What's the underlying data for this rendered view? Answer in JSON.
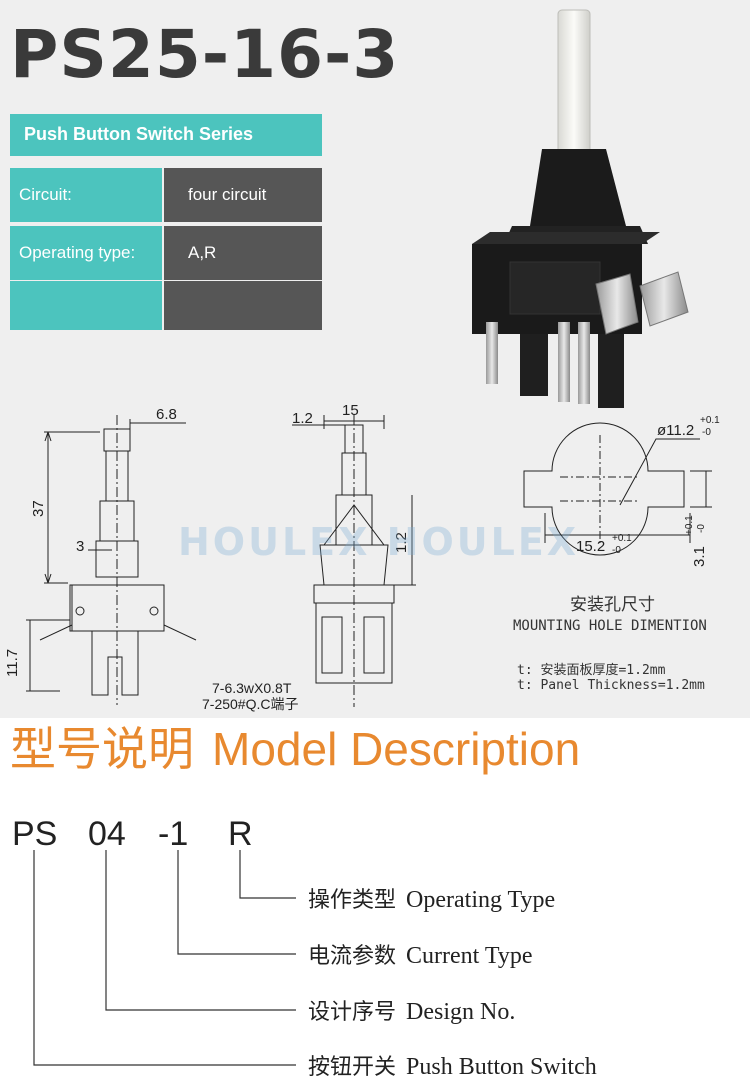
{
  "title": "PS25-16-3",
  "series": "Push Button Switch Series",
  "specs": [
    {
      "label": "Circuit:",
      "value": "four circuit"
    },
    {
      "label": "Operating type:",
      "value": "A,R"
    },
    {
      "label": "",
      "value": ""
    }
  ],
  "drawing": {
    "dim_6_8": "6.8",
    "dim_37": "37",
    "dim_3": "3",
    "dim_11_7": "11.7",
    "dim_1_2_top": "1.2",
    "dim_15": "15",
    "dim_1_2_side": "1.2",
    "terminal_note_1": "7-6.3wX0.8T",
    "terminal_note_2": "7-250#Q.C端子",
    "hole_dia": "ø11.2",
    "hole_dia_tol_top": "+0.1",
    "hole_dia_tol_bottom": "-0",
    "hole_width": "15.2",
    "hole_width_tol_top": "+0.1",
    "hole_width_tol_bottom": "-0",
    "hole_notch": "3.1",
    "hole_notch_tol_top": "+0.1",
    "hole_notch_tol_bottom": "-0"
  },
  "watermark": "HOULEX HOULEX",
  "mounting": {
    "cn": "安装孔尺寸",
    "en": "MOUNTING HOLE DIMENTION",
    "thickness_cn": "t: 安装面板厚度=1.2mm",
    "thickness_en": "t: Panel Thickness=1.2mm"
  },
  "model": {
    "heading_cn": "型号说明",
    "heading_en": "Model Description",
    "codes": [
      "PS",
      "04",
      "-1",
      "R"
    ],
    "descriptions": [
      {
        "cn": "操作类型",
        "en": "Operating Type"
      },
      {
        "cn": "电流参数",
        "en": "Current Type"
      },
      {
        "cn": "设计序号",
        "en": "Design No."
      },
      {
        "cn": "按钮开关",
        "en": "Push Button Switch"
      }
    ]
  },
  "colors": {
    "teal": "#4cc4be",
    "dark": "#565656",
    "orange": "#e8892f",
    "background": "#efefef"
  }
}
